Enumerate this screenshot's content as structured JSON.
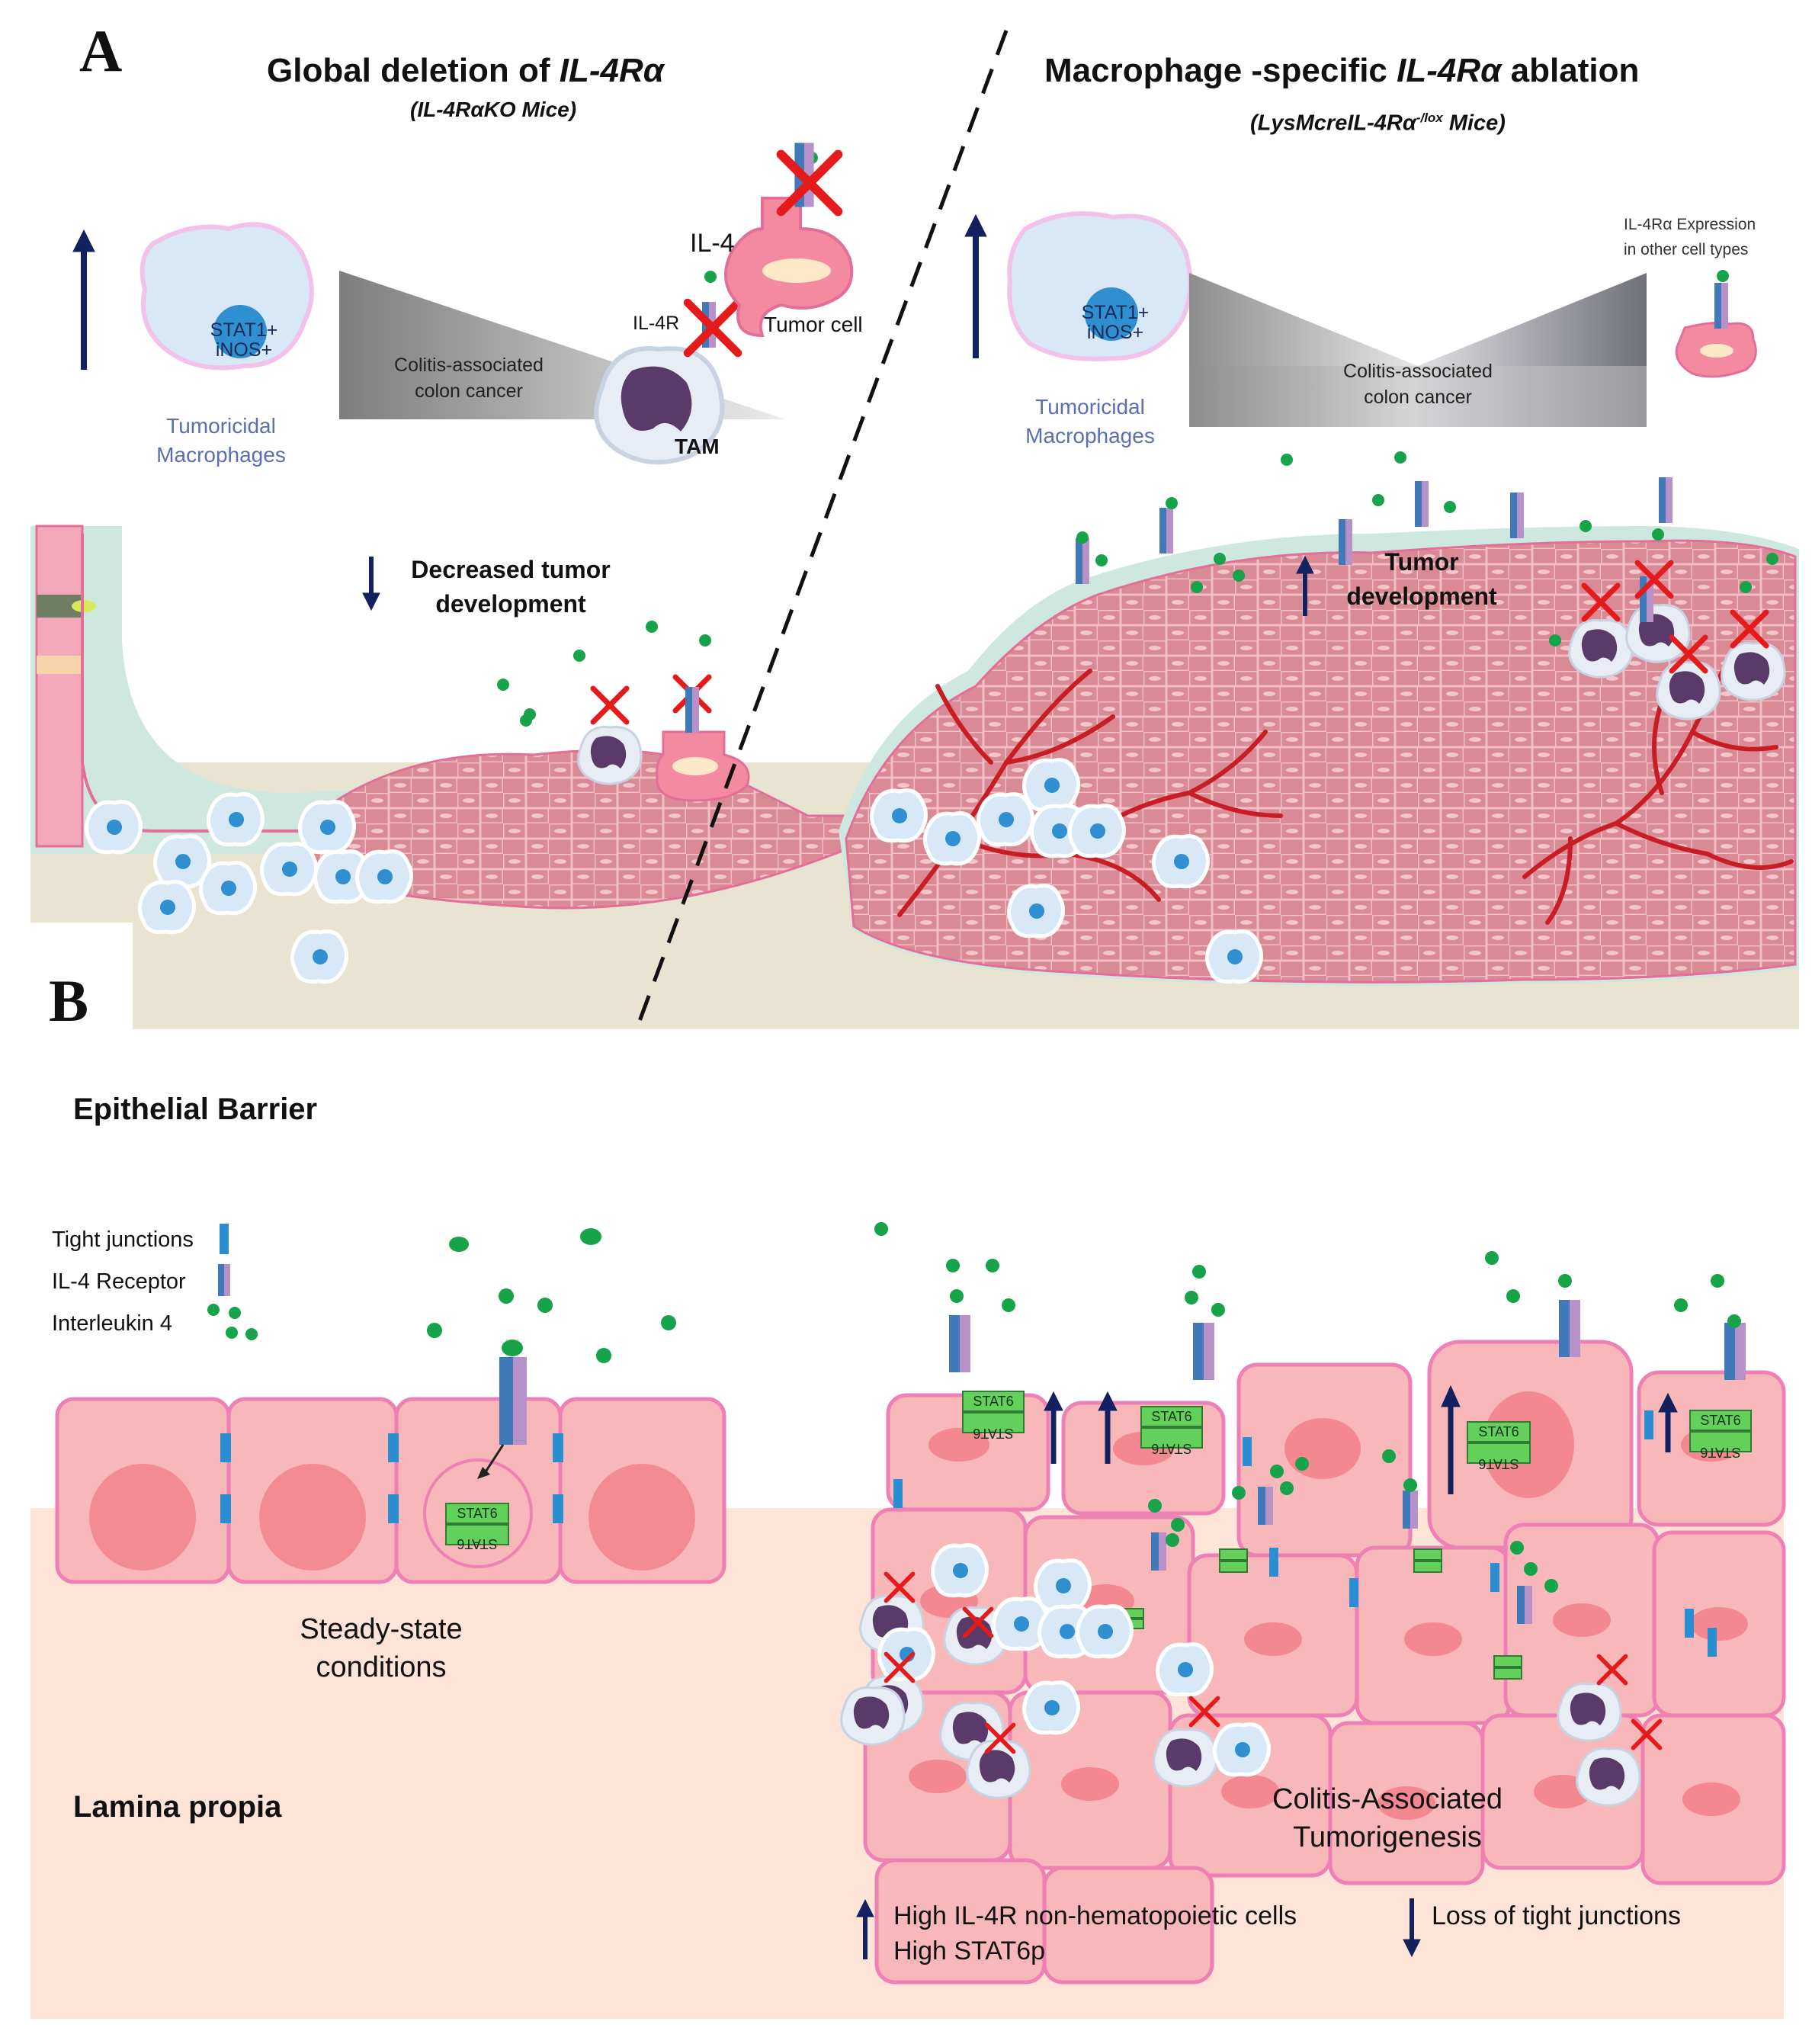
{
  "panel_a": {
    "letter": "A",
    "left_title": "Global deletion of",
    "left_title_gene": "IL-4Rα",
    "left_subtitle": "(IL-4RαKO Mice)",
    "right_title": "Macrophage -specific",
    "right_title_gene": "IL-4Rα",
    "right_title_end": "ablation",
    "right_subtitle_pre": "(LysMcreIL-4Rα",
    "right_subtitle_sup": "-/lox",
    "right_subtitle_post": " Mice)",
    "macrophage_markers": [
      "STAT1+",
      "iNOS+"
    ],
    "tumoricidal_label": [
      "Tumoricidal",
      "Macrophages"
    ],
    "wedge_label": [
      "Colitis-associated",
      "colon cancer"
    ],
    "il4_label": "IL-4",
    "il4r_label": "IL-4R",
    "tumor_cell_label": "Tumor cell",
    "tam_label": "TAM",
    "other_cells_label": [
      "IL-4Rα Expression",
      "in other cell types"
    ],
    "decreased_label": [
      "Decreased tumor",
      "development"
    ],
    "increased_label": [
      "Tumor",
      "development"
    ]
  },
  "panel_b": {
    "letter": "B",
    "epithelial_barrier": "Epithelial Barrier",
    "lamina_propia": "Lamina propia",
    "legend": {
      "tight_junctions": "Tight junctions",
      "il4_receptor": "IL-4 Receptor",
      "interleukin4": "Interleukin 4"
    },
    "stat6_label": "STAT6",
    "steady_state": [
      "Steady-state",
      "conditions"
    ],
    "tumorigenesis": [
      "Colitis-Associated",
      "Tumorigenesis"
    ],
    "bottom_up": [
      "High IL-4R non-hematopoietic cells",
      "High STAT6p"
    ],
    "bottom_down": "Loss of tight junctions"
  },
  "colors": {
    "cell_fill": "#f4b6b6",
    "cell_edge": "#ee82b4",
    "tissue_fill": "#d9848e",
    "stroma": "#e9e3d1",
    "lamina": "#fde4d6",
    "il4_dot": "#16a34a",
    "tight_junction": "#2b8ed1",
    "stat6": "#62d05a",
    "arrow": "#13215e",
    "cross": "#e51b1b",
    "vessel": "#c81d25"
  }
}
